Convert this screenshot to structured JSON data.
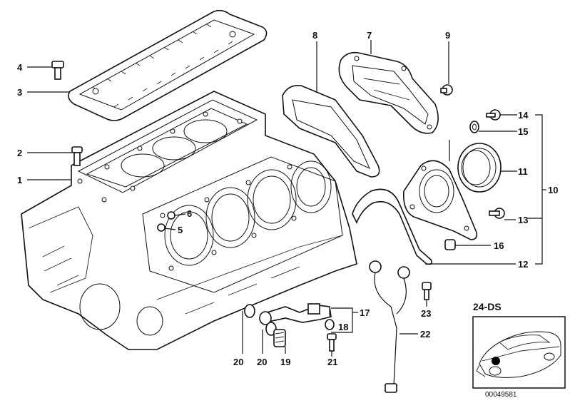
{
  "callouts": [
    {
      "id": "1",
      "label": "1"
    },
    {
      "id": "2",
      "label": "2"
    },
    {
      "id": "3",
      "label": "3"
    },
    {
      "id": "4",
      "label": "4"
    },
    {
      "id": "5",
      "label": "5"
    },
    {
      "id": "6",
      "label": "6"
    },
    {
      "id": "7",
      "label": "7"
    },
    {
      "id": "8",
      "label": "8"
    },
    {
      "id": "9",
      "label": "9"
    },
    {
      "id": "10",
      "label": "10"
    },
    {
      "id": "11",
      "label": "11"
    },
    {
      "id": "12",
      "label": "12"
    },
    {
      "id": "13",
      "label": "13"
    },
    {
      "id": "14",
      "label": "14"
    },
    {
      "id": "15",
      "label": "15"
    },
    {
      "id": "16",
      "label": "16"
    },
    {
      "id": "17",
      "label": "17"
    },
    {
      "id": "18",
      "label": "18"
    },
    {
      "id": "19",
      "label": "19"
    },
    {
      "id": "20a",
      "label": "20"
    },
    {
      "id": "20b",
      "label": "20"
    },
    {
      "id": "21",
      "label": "21"
    },
    {
      "id": "22",
      "label": "22"
    },
    {
      "id": "23",
      "label": "23"
    }
  ],
  "inset": {
    "title": "24-DS",
    "code": "00049581"
  }
}
